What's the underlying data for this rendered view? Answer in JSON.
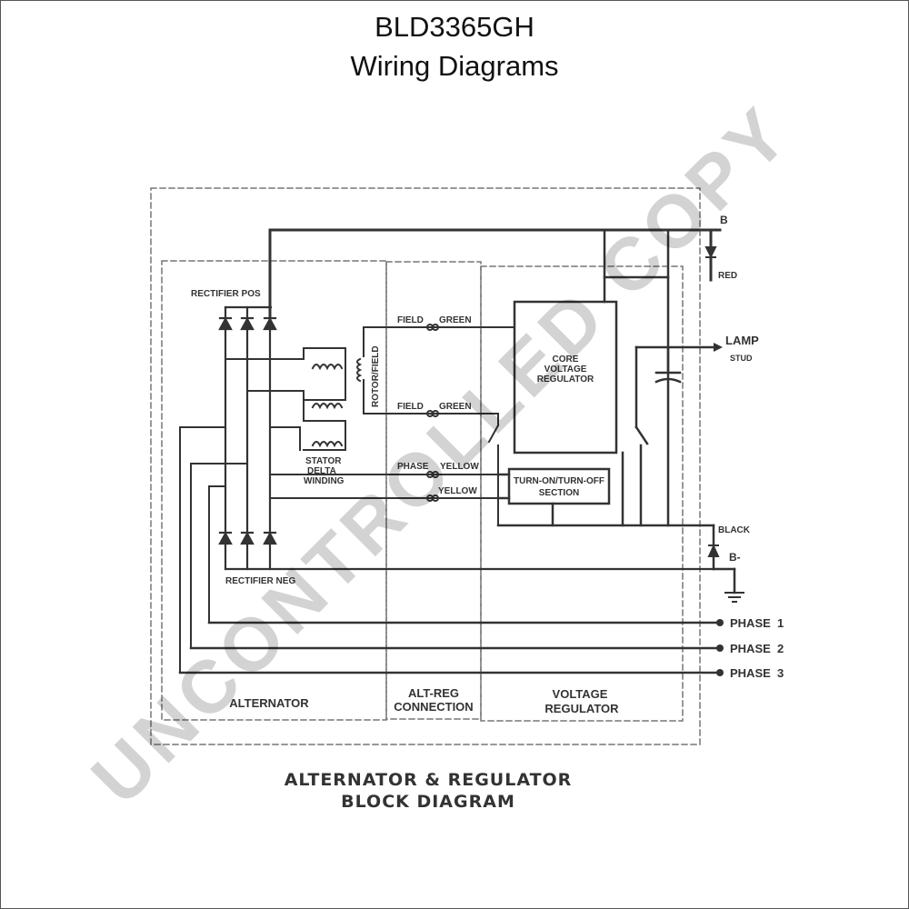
{
  "header": {
    "model": "BLD3365GH",
    "subtitle": "Wiring Diagrams"
  },
  "diagram": {
    "caption_line1": "ALTERNATOR & REGULATOR",
    "caption_line2": "BLOCK DIAGRAM",
    "sections": {
      "alternator": "ALTERNATOR",
      "alt_reg_line1": "ALT-REG",
      "alt_reg_line2": "CONNECTION",
      "voltage_reg_line1": "VOLTAGE",
      "voltage_reg_line2": "REGULATOR"
    },
    "labels": {
      "rectifier_pos": "RECTIFIER POS",
      "rectifier_neg": "RECTIFIER NEG",
      "stator_1": "STATOR",
      "stator_2": "DELTA",
      "stator_3": "WINDING",
      "rotor_field": "ROTOR/FIELD",
      "field_top": "FIELD",
      "green_top": "GREEN",
      "field_bottom": "FIELD",
      "green_bottom": "GREEN",
      "phase": "PHASE",
      "yellow_top": "YELLOW",
      "yellow_bottom": "YELLOW",
      "core_1": "CORE",
      "core_2": "VOLTAGE",
      "core_3": "REGULATOR",
      "turn_1": "TURN-ON/TURN-OFF",
      "turn_2": "SECTION",
      "b_plus": "B",
      "red": "RED",
      "lamp": "LAMP",
      "stud": "STUD",
      "black": "BLACK",
      "b_minus": "B-",
      "phase1": "PHASE  1",
      "phase2": "PHASE  2",
      "phase3": "PHASE  3"
    },
    "watermark": "UNCONTROLLED COPY"
  }
}
